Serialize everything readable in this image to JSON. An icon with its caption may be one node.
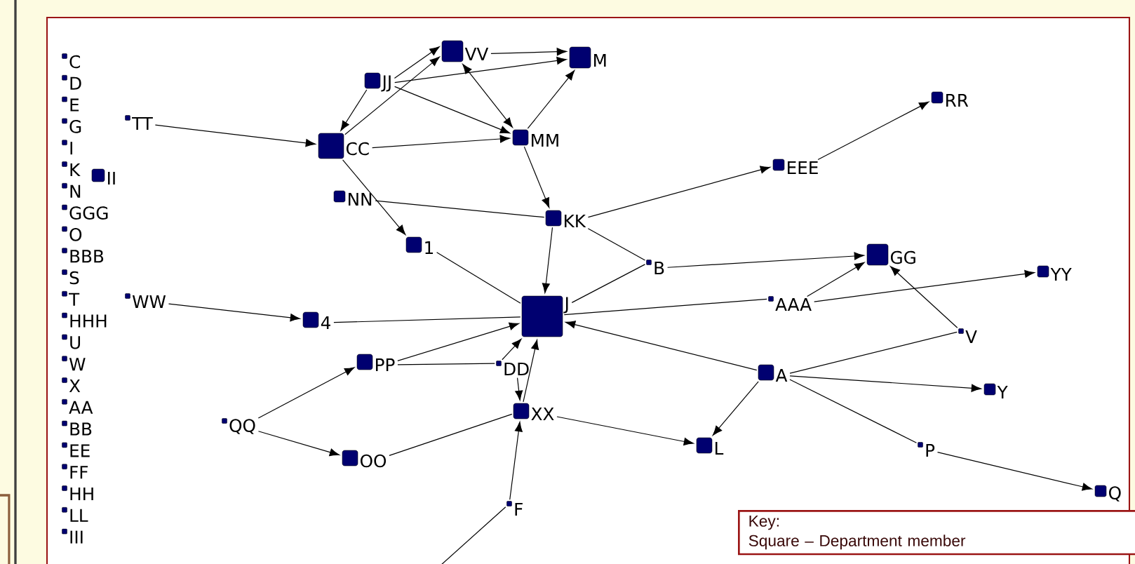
{
  "diagram": {
    "nodes": [
      {
        "text": [
          "C"
        ]
      },
      {
        "text": [
          "D"
        ]
      },
      {
        "text": [
          "E"
        ]
      },
      {
        "text": [
          "G"
        ]
      },
      {
        "text": [
          "I"
        ]
      },
      {
        "text": [
          "K"
        ]
      },
      {
        "text": [
          "II"
        ]
      },
      {
        "text": [
          "N"
        ]
      },
      {
        "text": [
          "GGG"
        ]
      },
      {
        "text": [
          "O"
        ]
      },
      {
        "text": [
          "BBB"
        ]
      },
      {
        "text": [
          "S"
        ]
      },
      {
        "text": [
          "T"
        ]
      },
      {
        "text": [
          "HHH"
        ]
      },
      {
        "text": [
          "U"
        ]
      },
      {
        "text": [
          "W"
        ]
      },
      {
        "text": [
          "X"
        ]
      },
      {
        "text": [
          "AA"
        ]
      },
      {
        "text": [
          "BB"
        ]
      },
      {
        "text": [
          "EE"
        ]
      },
      {
        "text": [
          "FF"
        ]
      },
      {
        "text": [
          "HH"
        ]
      },
      {
        "text": [
          "LL"
        ]
      },
      {
        "text": [
          "III"
        ]
      },
      {
        "text": [
          "VV"
        ]
      },
      {
        "text": [
          "M"
        ]
      },
      {
        "text": [
          "JJ"
        ]
      },
      {
        "text": [
          "RR"
        ]
      },
      {
        "text": [
          "TT"
        ]
      },
      {
        "text": [
          "CC"
        ]
      },
      {
        "text": [
          "MM"
        ]
      },
      {
        "text": [
          "EEE"
        ]
      },
      {
        "text": [
          "NN"
        ]
      },
      {
        "text": [
          "KK"
        ]
      },
      {
        "text": [
          "1"
        ]
      },
      {
        "text": [
          "GG"
        ]
      },
      {
        "text": [
          "B"
        ]
      },
      {
        "text": [
          "YY"
        ]
      },
      {
        "text": [
          "WW"
        ]
      },
      {
        "text": [
          "4"
        ]
      },
      {
        "text": [
          "J"
        ]
      },
      {
        "text": [
          "AAA"
        ]
      },
      {
        "text": [
          "V"
        ]
      },
      {
        "text": [
          "PP"
        ]
      },
      {
        "text": [
          "DD"
        ]
      },
      {
        "text": [
          "A"
        ]
      },
      {
        "text": [
          "Y"
        ]
      },
      {
        "text": [
          "XX"
        ]
      },
      {
        "text": [
          "QQ"
        ]
      },
      {
        "text": [
          "L"
        ]
      },
      {
        "text": [
          "OO"
        ]
      },
      {
        "text": [
          "P"
        ]
      },
      {
        "text": [
          "Q"
        ]
      },
      {
        "text": [
          "F"
        ]
      },
      {
        "text": [
          "Key:",
          "Square – Department member"
        ]
      }
    ],
    "edges": [
      {
        "from": 28,
        "to": 29,
        "arrow": "to"
      },
      {
        "from": 26,
        "to": 29,
        "arrow": "to"
      },
      {
        "from": 29,
        "to": 24,
        "arrow": "to"
      },
      {
        "from": 26,
        "to": 24,
        "arrow": "to"
      },
      {
        "from": 26,
        "to": 25,
        "arrow": "to"
      },
      {
        "from": 24,
        "to": 25,
        "arrow": "to"
      },
      {
        "from": 24,
        "to": 30,
        "arrow": "both"
      },
      {
        "from": 26,
        "to": 30,
        "arrow": "to"
      },
      {
        "from": 29,
        "to": 30,
        "arrow": "to"
      },
      {
        "from": 30,
        "to": 25,
        "arrow": "to"
      },
      {
        "from": 30,
        "to": 33,
        "arrow": "to"
      },
      {
        "from": 29,
        "to": 34,
        "arrow": "to"
      },
      {
        "from": 32,
        "to": 33,
        "arrow": "none"
      },
      {
        "from": 33,
        "to": 40,
        "arrow": "to"
      },
      {
        "from": 33,
        "to": 31,
        "arrow": "to"
      },
      {
        "from": 31,
        "to": 27,
        "arrow": "to"
      },
      {
        "from": 33,
        "to": 36,
        "arrow": "none"
      },
      {
        "from": 36,
        "to": 40,
        "arrow": "none"
      },
      {
        "from": 36,
        "to": 35,
        "arrow": "to"
      },
      {
        "from": 41,
        "to": 35,
        "arrow": "to"
      },
      {
        "from": 40,
        "to": 41,
        "arrow": "none"
      },
      {
        "from": 41,
        "to": 37,
        "arrow": "to"
      },
      {
        "from": 42,
        "to": 35,
        "arrow": "to"
      },
      {
        "from": 42,
        "to": 45,
        "arrow": "none"
      },
      {
        "from": 45,
        "to": 40,
        "arrow": "to"
      },
      {
        "from": 45,
        "to": 46,
        "arrow": "to"
      },
      {
        "from": 45,
        "to": 49,
        "arrow": "to"
      },
      {
        "from": 45,
        "to": 51,
        "arrow": "none"
      },
      {
        "from": 51,
        "to": 52,
        "arrow": "to"
      },
      {
        "from": 34,
        "to": 40,
        "arrow": "none"
      },
      {
        "from": 38,
        "to": 39,
        "arrow": "to"
      },
      {
        "from": 39,
        "to": 40,
        "arrow": "none"
      },
      {
        "from": 43,
        "to": 40,
        "arrow": "to"
      },
      {
        "from": 43,
        "to": 44,
        "arrow": "none"
      },
      {
        "from": 44,
        "to": 40,
        "arrow": "to"
      },
      {
        "from": 44,
        "to": 47,
        "arrow": "to"
      },
      {
        "from": 47,
        "to": 40,
        "arrow": "to"
      },
      {
        "from": 53,
        "to": 47,
        "arrow": "to"
      },
      {
        "from": 50,
        "to": 47,
        "arrow": "none"
      },
      {
        "from": 47,
        "to": 49,
        "arrow": "to"
      },
      {
        "from": 48,
        "to": 43,
        "arrow": "to"
      },
      {
        "from": 48,
        "to": 50,
        "arrow": "to"
      },
      {
        "from": 53,
        "to": null,
        "arrow": "none"
      }
    ]
  }
}
